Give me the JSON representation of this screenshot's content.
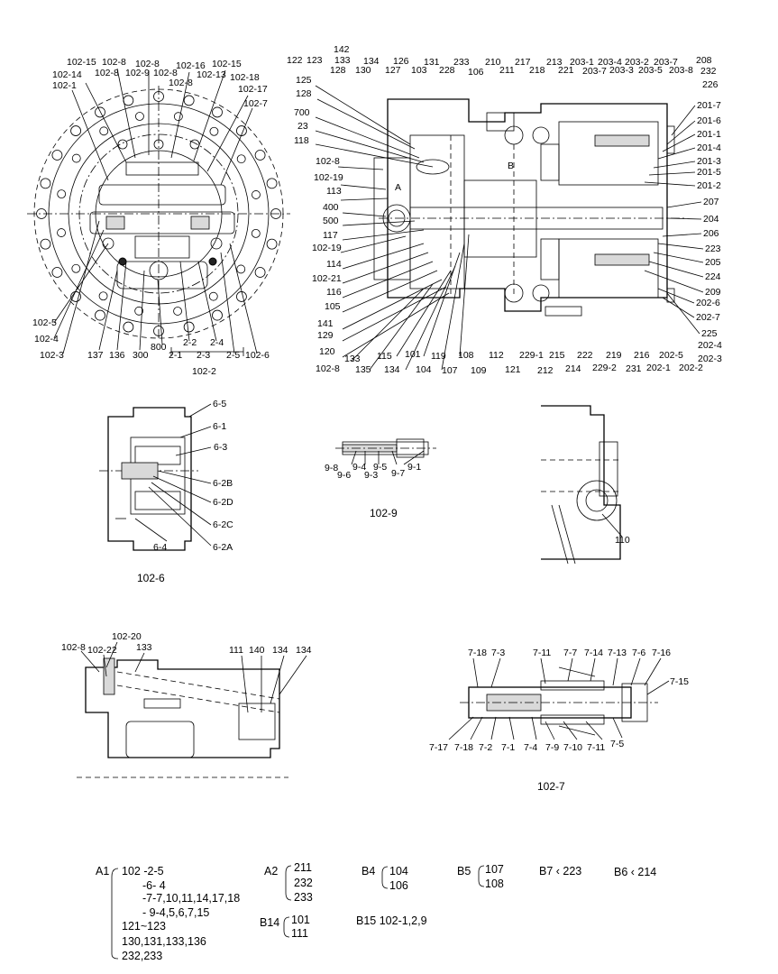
{
  "labels": {
    "top_left": [
      "102-15",
      "102-8",
      "102-8",
      "102-16",
      "102-15",
      "102-14",
      "102-8",
      "102-9",
      "102-8",
      "102-13",
      "102-18",
      "102-1",
      "102-8",
      "102-17",
      "102-7",
      "102-5",
      "102-4",
      "102-3",
      "137",
      "136",
      "300",
      "800",
      "2-2",
      "2-4",
      "2-3",
      "2-5",
      "102-6",
      "2-1",
      "102-2"
    ],
    "top_right_top": [
      "142",
      "122",
      "123",
      "133",
      "128",
      "134",
      "130",
      "126",
      "127",
      "131",
      "103",
      "228",
      "233",
      "106",
      "210",
      "211",
      "217",
      "218",
      "213",
      "221",
      "203-1",
      "203-7",
      "203-4",
      "203-3",
      "203-2",
      "203-5",
      "203-7",
      "203-8",
      "208",
      "232",
      "226"
    ],
    "top_right_left": [
      "125",
      "128",
      "700",
      "23",
      "118",
      "102-8",
      "102-19",
      "113",
      "400",
      "500",
      "117",
      "102-19",
      "114",
      "102-21",
      "116",
      "105",
      "141",
      "129",
      "120",
      "102-8"
    ],
    "top_right_right": [
      "201-7",
      "201-6",
      "201-1",
      "201-4",
      "201-3",
      "201-5",
      "201-2",
      "207",
      "204",
      "206",
      "223",
      "205",
      "224",
      "209",
      "202-6",
      "202-7",
      "225",
      "202-4",
      "202-3"
    ],
    "top_right_bottom": [
      "133",
      "135",
      "115",
      "134",
      "101",
      "104",
      "119",
      "107",
      "108",
      "109",
      "112",
      "121",
      "229-1",
      "212",
      "215",
      "214",
      "222",
      "229-2",
      "219",
      "231",
      "216",
      "202-1",
      "202-5",
      "202-2"
    ],
    "markers": [
      "A",
      "B"
    ],
    "d1026": [
      "6-5",
      "6-1",
      "6-3",
      "6-2B",
      "6-2D",
      "6-2C",
      "6-4",
      "6-2A"
    ],
    "d1029": [
      "9-1",
      "9-8",
      "9-6",
      "9-4",
      "9-3",
      "9-5",
      "9-7"
    ],
    "d110": [
      "110"
    ],
    "d_left_mid": [
      "102-8",
      "102-20",
      "102-22",
      "133",
      "111",
      "140",
      "134",
      "134"
    ],
    "d1027": [
      "7-18",
      "7-3",
      "7-11",
      "7-7",
      "7-14",
      "7-13",
      "7-6",
      "7-16",
      "7-15",
      "7-17",
      "7-18",
      "7-2",
      "7-1",
      "7-4",
      "7-9",
      "7-10",
      "7-11",
      "7-5"
    ]
  },
  "captions": {
    "c1026": "102-6",
    "c1029": "102-9",
    "c1027": "102-7"
  },
  "legend": {
    "a1_head": "A1",
    "a1_lines": [
      "102 -2-5",
      "-6- 4",
      "-7-7,10,11,14,17,18",
      "- 9-4,5,6,7,15",
      "121~123",
      "130,131,133,136",
      "232,233"
    ],
    "a2_head": "A2",
    "a2_lines": [
      "211",
      "232",
      "233"
    ],
    "b4_head": "B4",
    "b4_lines": [
      "104",
      "106"
    ],
    "b5_head": "B5",
    "b5_lines": [
      "107",
      "108"
    ],
    "b7": "B7 ‹ 223",
    "b6": "B6 ‹ 214",
    "b14_head": "B14",
    "b14_lines": [
      "101",
      "111"
    ],
    "b15": "B15  102-1,2,9"
  }
}
